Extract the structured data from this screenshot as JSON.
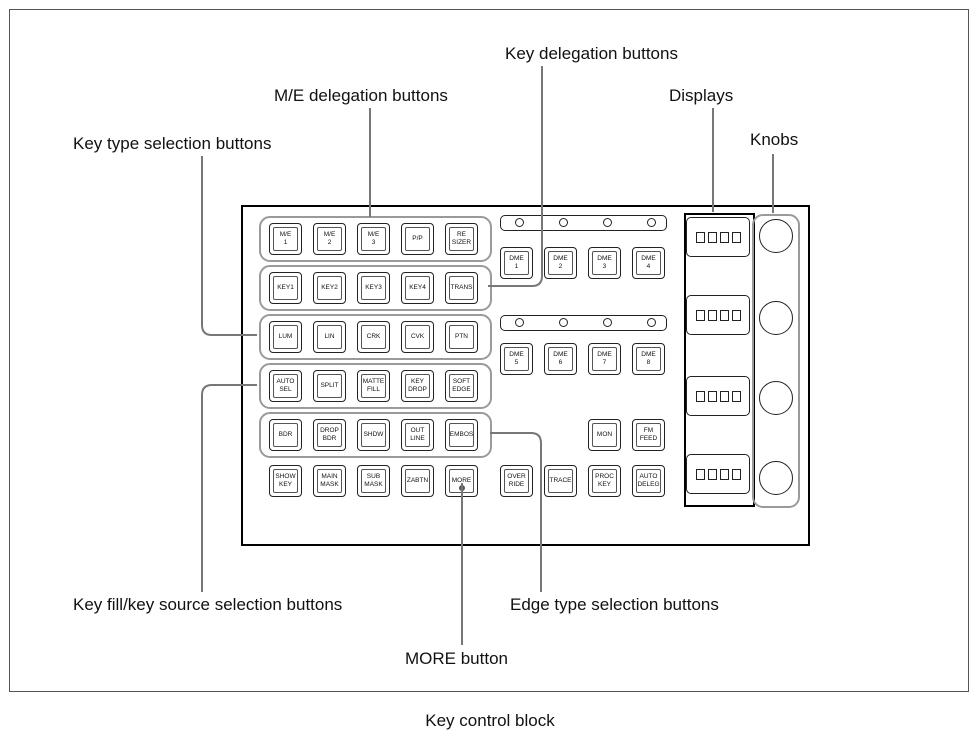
{
  "caption": "Key control block",
  "callouts": {
    "key_delegation": "Key delegation buttons",
    "me_delegation": "M/E delegation buttons",
    "displays": "Displays",
    "key_type": "Key type selection buttons",
    "knobs": "Knobs",
    "key_fill": "Key fill/key source selection buttons",
    "edge_type": "Edge type selection buttons",
    "more": "MORE button"
  },
  "left_rows": [
    [
      "M/E\n1",
      "M/E\n2",
      "M/E\n3",
      "P/P",
      "RE\nSIZER"
    ],
    [
      "KEY1",
      "KEY2",
      "KEY3",
      "KEY4",
      "TRANS"
    ],
    [
      "LUM",
      "LIN",
      "CRK",
      "CVK",
      "PTN"
    ],
    [
      "AUTO\nSEL",
      "SPLIT",
      "MATTE\nFILL",
      "KEY\nDROP",
      "SOFT\nEDGE"
    ],
    [
      "BDR",
      "DROP\nBDR",
      "SHDW",
      "OUT\nLINE",
      "EMBOS"
    ],
    [
      "SHOW\nKEY",
      "MAIN\nMASK",
      "SUB\nMASK",
      "ZABTN",
      "MORE"
    ]
  ],
  "dme_rows": [
    [
      "DME\n1",
      "DME\n2",
      "DME\n3",
      "DME\n4"
    ],
    [
      "DME\n5",
      "DME\n6",
      "DME\n7",
      "DME\n8"
    ]
  ],
  "mid_buttons": [
    "MON",
    "FM\nFEED"
  ],
  "bottom_buttons": [
    "OVER\nRIDE",
    "TRACE",
    "PROC\nKEY",
    "AUTO\nDELEG"
  ]
}
